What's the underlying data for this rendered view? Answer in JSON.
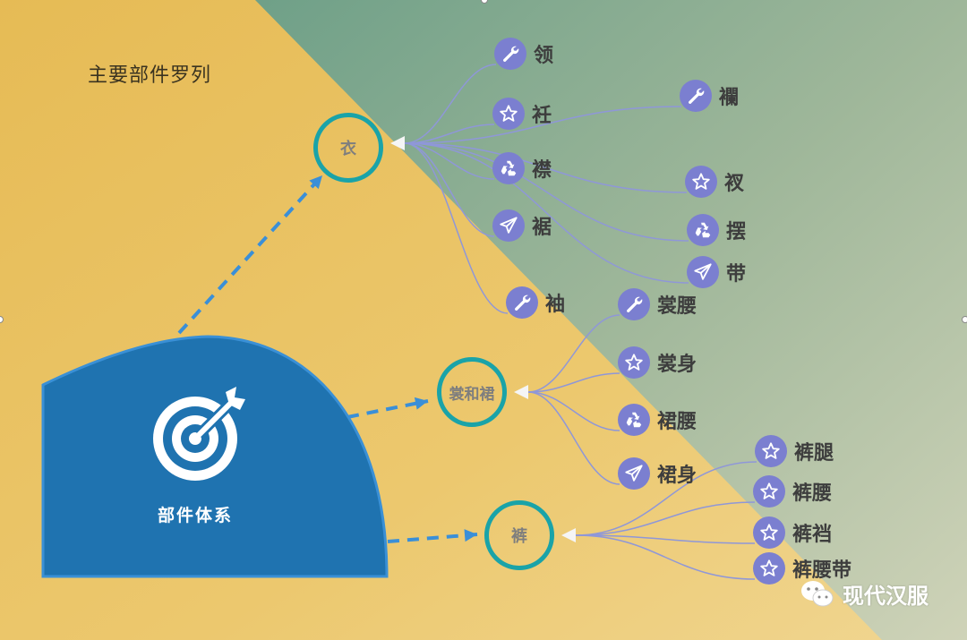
{
  "title": "主要部件罗列",
  "core": {
    "label": "部件体系",
    "icon": "target-icon",
    "color": "#1f73b0"
  },
  "colors": {
    "ring": "#1aa3a8",
    "icon_bg": "#7b7fd0",
    "connector": "#8f97d8",
    "dash": "#3a8fd8"
  },
  "hubs": [
    {
      "id": "yi",
      "label": "衣"
    },
    {
      "id": "chang",
      "label": "裳和裙"
    },
    {
      "id": "ku",
      "label": "裤"
    }
  ],
  "leaves": [
    {
      "hub": "yi",
      "label": "领",
      "icon": "wrench-icon"
    },
    {
      "hub": "yi",
      "label": "衽",
      "icon": "star-icon"
    },
    {
      "hub": "yi",
      "label": "襴",
      "icon": "wrench-icon"
    },
    {
      "hub": "yi",
      "label": "襟",
      "icon": "recycle-icon"
    },
    {
      "hub": "yi",
      "label": "衩",
      "icon": "star-icon"
    },
    {
      "hub": "yi",
      "label": "摆",
      "icon": "recycle-icon"
    },
    {
      "hub": "yi",
      "label": "裾",
      "icon": "paper-plane-icon"
    },
    {
      "hub": "yi",
      "label": "带",
      "icon": "paper-plane-icon"
    },
    {
      "hub": "yi",
      "label": "袖",
      "icon": "wrench-icon"
    },
    {
      "hub": "chang",
      "label": "裳腰",
      "icon": "wrench-icon"
    },
    {
      "hub": "chang",
      "label": "裳身",
      "icon": "star-icon"
    },
    {
      "hub": "chang",
      "label": "裙腰",
      "icon": "recycle-icon"
    },
    {
      "hub": "chang",
      "label": "裙身",
      "icon": "paper-plane-icon"
    },
    {
      "hub": "ku",
      "label": "裤腿",
      "icon": "star-icon"
    },
    {
      "hub": "ku",
      "label": "裤腰",
      "icon": "star-icon"
    },
    {
      "hub": "ku",
      "label": "裤裆",
      "icon": "star-icon"
    },
    {
      "hub": "ku",
      "label": "裤腰带",
      "icon": "star-icon"
    }
  ],
  "watermark": {
    "text": "现代汉服",
    "icon": "wechat-icon"
  }
}
